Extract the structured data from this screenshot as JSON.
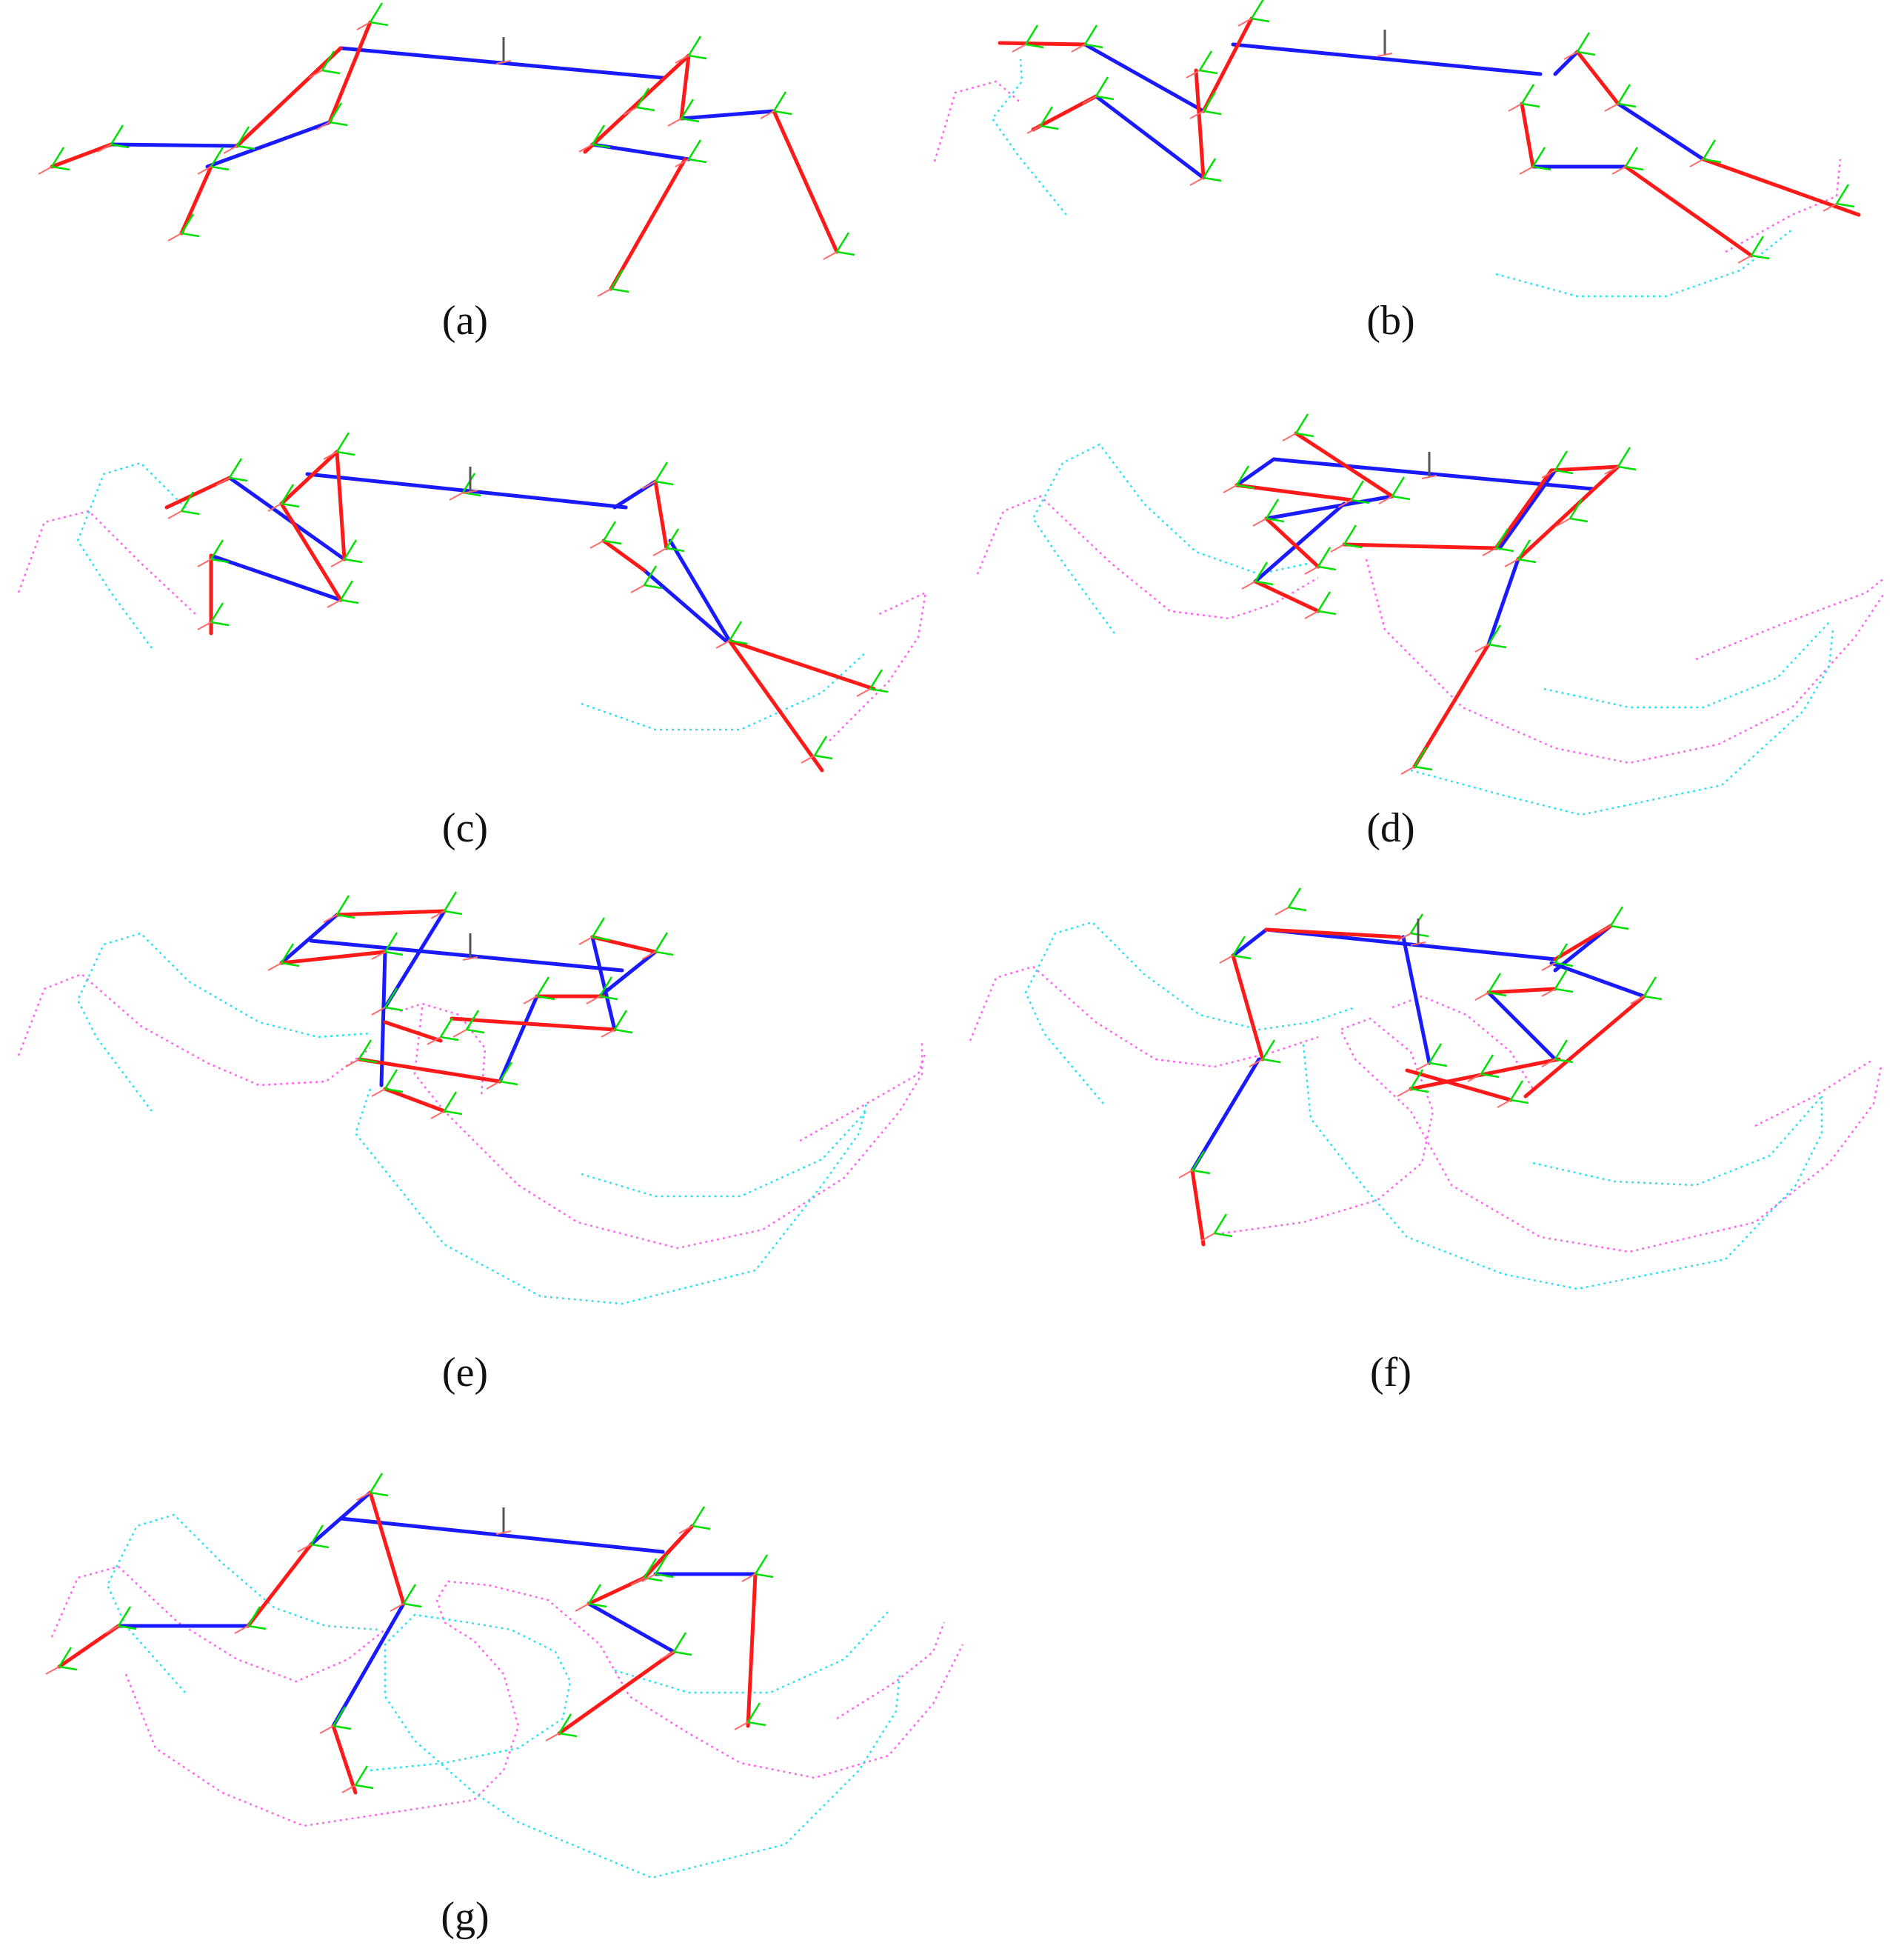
{
  "figure": {
    "panels": [
      {
        "id": "a",
        "label": "(a)"
      },
      {
        "id": "b",
        "label": "(b)"
      },
      {
        "id": "c",
        "label": "(c)"
      },
      {
        "id": "d",
        "label": "(d)"
      },
      {
        "id": "e",
        "label": "(e)"
      },
      {
        "id": "f",
        "label": "(f)"
      },
      {
        "id": "g",
        "label": "(g)"
      }
    ],
    "colors": {
      "body_segment": "#1a1aff",
      "limb_segment": "#ff1a1a",
      "axis_green": "#00e000",
      "axis_red": "#ff6a6a",
      "axis_gray": "#555555",
      "trajectory_magenta": "#ff66ee",
      "trajectory_cyan": "#33e0f0"
    }
  }
}
